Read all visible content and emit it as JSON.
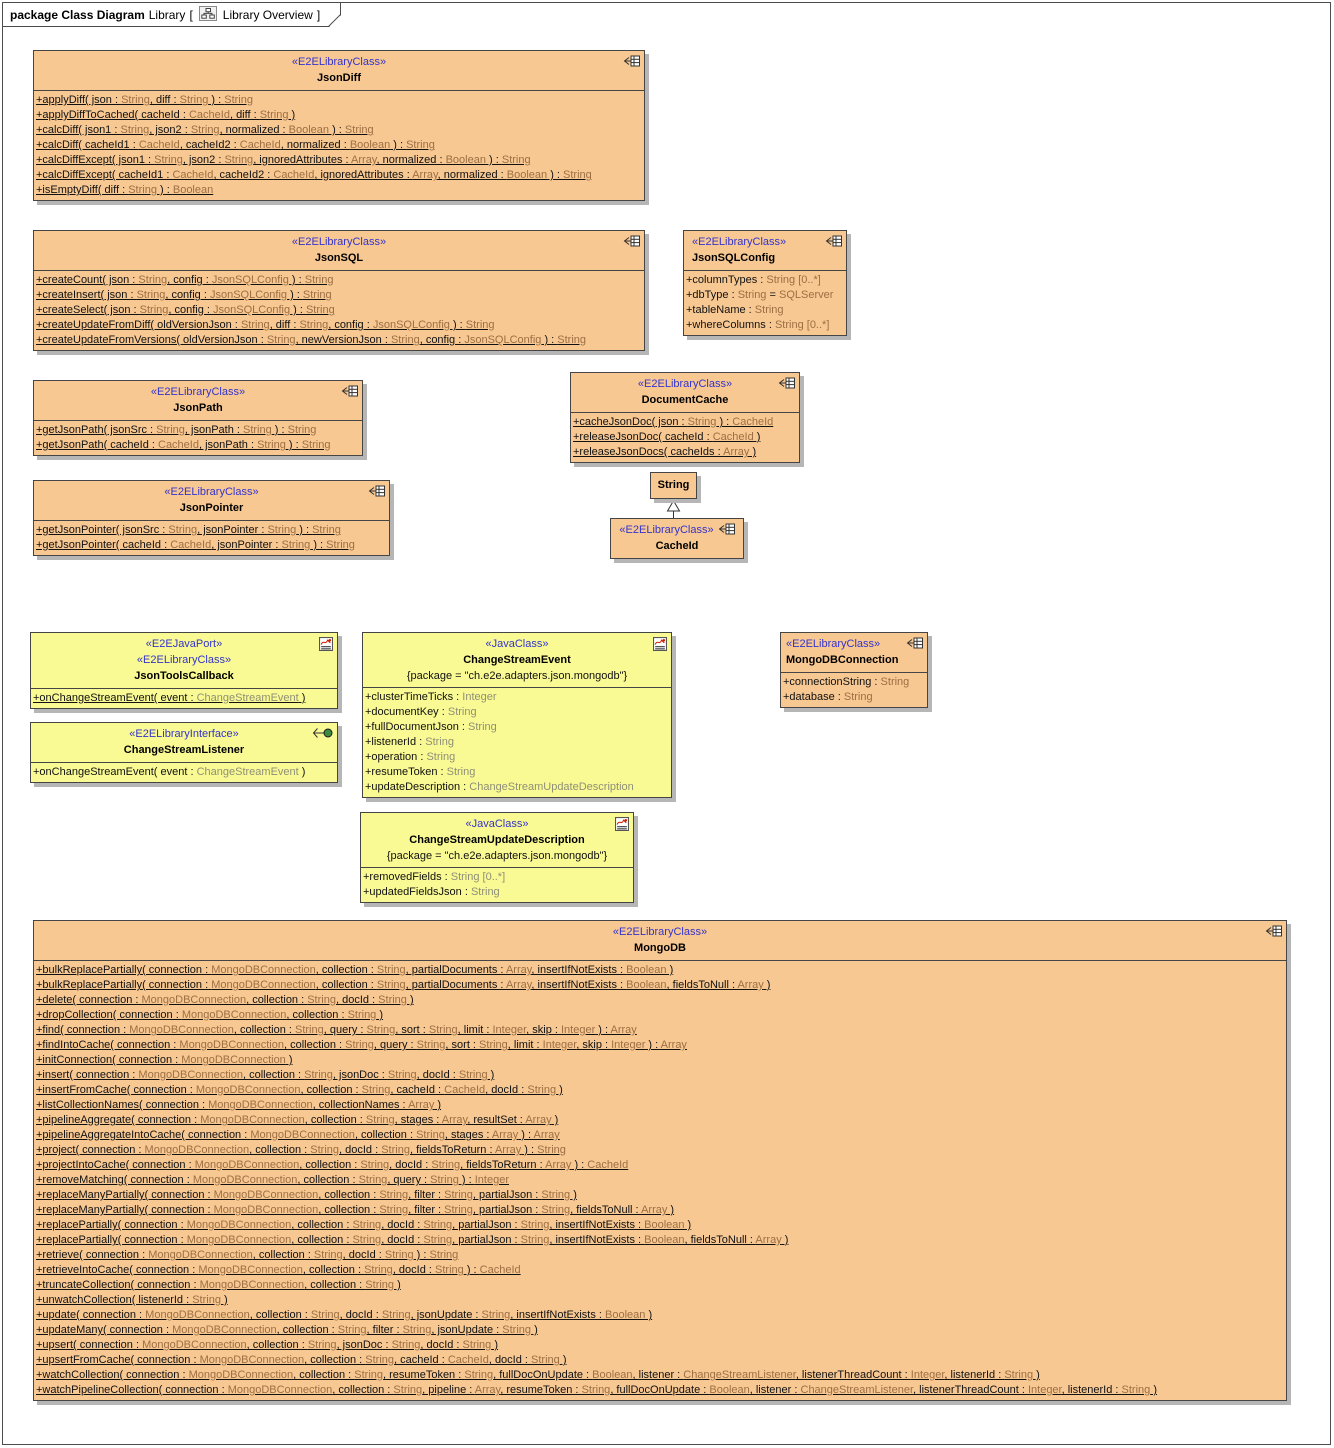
{
  "tab": {
    "kind": "package Class Diagram",
    "model": "Library",
    "open_bracket": "[",
    "diagram": "Library Overview",
    "close_bracket": "]"
  },
  "colors": {
    "library_class_fill": "#F8C893",
    "java_class_fill": "#FAFA94",
    "stereotype_text": "#3333CC",
    "border": "#454545",
    "shadow": "#b6b6b6",
    "type_text_orange": "#9c6f42",
    "type_text_yellow": "#8f8f78",
    "interface_ball": "#3e8a3e"
  },
  "classes": [
    {
      "name": "JsonDiff",
      "stereotypes": [
        "«E2ELibraryClass»"
      ],
      "methods": [
        "+applyDiff( json : String, diff : String ) : String",
        "+applyDiffToCached( cacheId : CacheId, diff : String )",
        "+calcDiff( json1 : String, json2 : String, normalized : Boolean ) : String",
        "+calcDiff( cacheId1 : CacheId, cacheId2 : CacheId, normalized : Boolean ) : String",
        "+calcDiffExcept( json1 : String, json2 : String, ignoredAttributes : Array, normalized : Boolean ) : String",
        "+calcDiffExcept( cacheId1 : CacheId, cacheId2 : CacheId, ignoredAttributes : Array, normalized : Boolean ) : String",
        "+isEmptyDiff( diff : String ) : Boolean"
      ]
    },
    {
      "name": "JsonSQL",
      "stereotypes": [
        "«E2ELibraryClass»"
      ],
      "methods": [
        "+createCount( json : String, config : JsonSQLConfig ) : String",
        "+createInsert( json : String, config : JsonSQLConfig ) : String",
        "+createSelect( json : String, config : JsonSQLConfig ) : String",
        "+createUpdateFromDiff( oldVersionJson : String, diff : String, config : JsonSQLConfig ) : String",
        "+createUpdateFromVersions( oldVersionJson : String, newVersionJson : String, config : JsonSQLConfig ) : String"
      ]
    },
    {
      "name": "JsonSQLConfig",
      "stereotypes": [
        "«E2ELibraryClass»"
      ],
      "attributes": [
        "+columnTypes : String [0..*]",
        "+dbType : String = SQLServer",
        "+tableName : String",
        "+whereColumns : String [0..*]"
      ]
    },
    {
      "name": "JsonPath",
      "stereotypes": [
        "«E2ELibraryClass»"
      ],
      "methods": [
        "+getJsonPath( jsonSrc : String, jsonPath : String ) : String",
        "+getJsonPath( cacheId : CacheId, jsonPath : String ) : String"
      ]
    },
    {
      "name": "DocumentCache",
      "stereotypes": [
        "«E2ELibraryClass»"
      ],
      "methods": [
        "+cacheJsonDoc( json : String ) : CacheId",
        "+releaseJsonDoc( cacheId : CacheId )",
        "+releaseJsonDocs( cacheIds : Array )"
      ]
    },
    {
      "name": "JsonPointer",
      "stereotypes": [
        "«E2ELibraryClass»"
      ],
      "methods": [
        "+getJsonPointer( jsonSrc : String, jsonPointer : String ) : String",
        "+getJsonPointer( cacheId : CacheId, jsonPointer : String ) : String"
      ]
    },
    {
      "name": "String",
      "stereotypes": []
    },
    {
      "name": "CacheId",
      "stereotypes": [
        "«E2ELibraryClass»"
      ]
    },
    {
      "name": "JsonToolsCallback",
      "stereotypes": [
        "«E2EJavaPort»",
        "«E2ELibraryClass»"
      ],
      "methods": [
        "+onChangeStreamEvent( event : ChangeStreamEvent )"
      ]
    },
    {
      "name": "ChangeStreamListener",
      "stereotypes": [
        "«E2ELibraryInterface»"
      ],
      "methods": [
        "+onChangeStreamEvent( event : ChangeStreamEvent )"
      ]
    },
    {
      "name": "ChangeStreamEvent",
      "stereotypes": [
        "«JavaClass»"
      ],
      "tagline": "{package = \"ch.e2e.adapters.json.mongodb\"}",
      "attributes": [
        "+clusterTimeTicks : Integer",
        "+documentKey : String",
        "+fullDocumentJson : String",
        "+listenerId : String",
        "+operation : String",
        "+resumeToken : String",
        "+updateDescription : ChangeStreamUpdateDescription"
      ]
    },
    {
      "name": "MongoDBConnection",
      "stereotypes": [
        "«E2ELibraryClass»"
      ],
      "attributes": [
        "+connectionString : String",
        "+database : String"
      ]
    },
    {
      "name": "ChangeStreamUpdateDescription",
      "stereotypes": [
        "«JavaClass»"
      ],
      "tagline": "{package = \"ch.e2e.adapters.json.mongodb\"}",
      "attributes": [
        "+removedFields : String [0..*]",
        "+updatedFieldsJson : String"
      ]
    },
    {
      "name": "MongoDB",
      "stereotypes": [
        "«E2ELibraryClass»"
      ],
      "methods": [
        "+bulkReplacePartially( connection : MongoDBConnection, collection : String, partialDocuments : Array, insertIfNotExists : Boolean )",
        "+bulkReplacePartially( connection : MongoDBConnection, collection : String, partialDocuments : Array, insertIfNotExists : Boolean, fieldsToNull : Array )",
        "+delete( connection : MongoDBConnection, collection : String, docId : String )",
        "+dropCollection( connection : MongoDBConnection, collection : String )",
        "+find( connection : MongoDBConnection, collection : String, query : String, sort : String, limit : Integer, skip : Integer ) : Array",
        "+findIntoCache( connection : MongoDBConnection, collection : String, query : String, sort : String, limit : Integer, skip : Integer ) : Array",
        "+initConnection( connection : MongoDBConnection )",
        "+insert( connection : MongoDBConnection, collection : String, jsonDoc : String, docId : String )",
        "+insertFromCache( connection : MongoDBConnection, collection : String, cacheId : CacheId, docId : String )",
        "+listCollectionNames( connection : MongoDBConnection, collectionNames : Array )",
        "+pipelineAggregate( connection : MongoDBConnection, collection : String, stages : Array, resultSet : Array )",
        "+pipelineAggregateIntoCache( connection : MongoDBConnection, collection : String, stages : Array ) : Array",
        "+project( connection : MongoDBConnection, collection : String, docId : String, fieldsToReturn : Array ) : String",
        "+projectIntoCache( connection : MongoDBConnection, collection : String, docId : String, fieldsToReturn : Array ) : CacheId",
        "+removeMatching( connection : MongoDBConnection, collection : String, query : String ) : Integer",
        "+replaceManyPartially( connection : MongoDBConnection, collection : String, filter : String, partialJson : String )",
        "+replaceManyPartially( connection : MongoDBConnection, collection : String, filter : String, partialJson : String, fieldsToNull : Array )",
        "+replacePartially( connection : MongoDBConnection, collection : String, docId : String, partialJson : String, insertIfNotExists : Boolean )",
        "+replacePartially( connection : MongoDBConnection, collection : String, docId : String, partialJson : String, insertIfNotExists : Boolean, fieldsToNull : Array )",
        "+retrieve( connection : MongoDBConnection, collection : String, docId : String ) : String",
        "+retrieveIntoCache( connection : MongoDBConnection, collection : String, docId : String ) : CacheId",
        "+truncateCollection( connection : MongoDBConnection, collection : String )",
        "+unwatchCollection( listenerId : String )",
        "+update( connection : MongoDBConnection, collection : String, docId : String, jsonUpdate : String, insertIfNotExists : Boolean )",
        "+updateMany( connection : MongoDBConnection, collection : String, filter : String, jsonUpdate : String )",
        "+upsert( connection : MongoDBConnection, collection : String, jsonDoc : String, docId : String )",
        "+upsertFromCache( connection : MongoDBConnection, collection : String, cacheId : CacheId, docId : String )",
        "+watchCollection( connection : MongoDBConnection, collection : String, resumeToken : String, fullDocOnUpdate : Boolean, listener : ChangeStreamListener, listenerThreadCount : Integer, listenerId : String )",
        "+watchPipelineCollection( connection : MongoDBConnection, collection : String, pipeline : Array, resumeToken : String, fullDocOnUpdate : Boolean, listener : ChangeStreamListener, listenerThreadCount : Integer, listenerId : String )"
      ]
    }
  ]
}
